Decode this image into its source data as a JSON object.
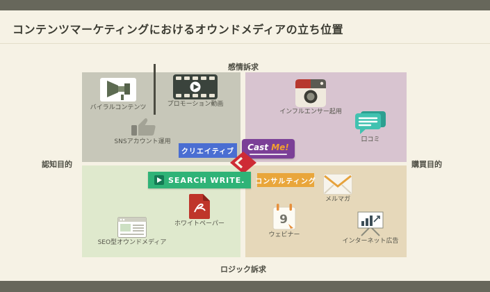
{
  "title": "コンテンツマーケティングにおけるオウンドメディアの立ち位置",
  "axes": {
    "top": "感情訴求",
    "bottom": "ロジック訴求",
    "left": "認知目的",
    "right": "購買目的"
  },
  "colors": {
    "frame_bar": "#67675b",
    "background": "#f6f2e5",
    "quadrant_top_left": "#c7c7b9",
    "quadrant_top_right": "#d8c4d0",
    "quadrant_bottom_left": "#dfe9cd",
    "quadrant_bottom_right": "#e6d8ba",
    "creative_badge": "#4a6ed2",
    "consulting_badge": "#e9a63b",
    "castme_purple": "#7b3f97",
    "castme_accent": "#f3a02e",
    "searchwrite_green": "#2fb377",
    "center_logo_red": "#ce2b35"
  },
  "quadrant_top_left": {
    "viral_label": "バイラルコンテンツ",
    "promo_label": "プロモーション動画",
    "sns_label": "SNSアカウント運用",
    "badge_label": "クリエイティブ"
  },
  "quadrant_top_right": {
    "influencer_label": "インフルエンサー起用",
    "review_label": "口コミ",
    "castme_text_main": "Cast",
    "castme_text_accent": "Me!"
  },
  "quadrant_bottom_left": {
    "searchwrite_text": "SEARCH WRITE.",
    "whitepaper_label": "ホワイトペーパー",
    "seo_label": "SEO型オウンドメディア"
  },
  "quadrant_bottom_right": {
    "badge_label": "コンサルティング",
    "mailmag_label": "メルマガ",
    "webinar_label": "ウェビナー",
    "ad_label": "インターネット広告",
    "calendar_day": "9"
  }
}
